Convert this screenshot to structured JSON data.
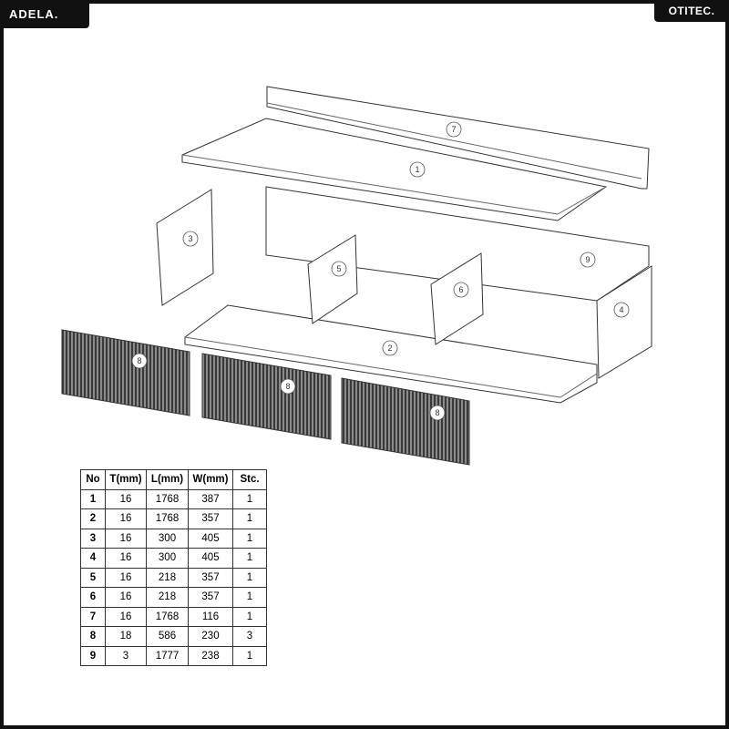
{
  "header": {
    "left_brand": "ADELA.",
    "right_brand": "OTITEC."
  },
  "diagram": {
    "part_labels": [
      "7",
      "1",
      "3",
      "9",
      "5",
      "6",
      "4",
      "2",
      "8",
      "8",
      "8"
    ]
  },
  "table": {
    "headers": [
      "No",
      "T(mm)",
      "L(mm)",
      "W(mm)",
      "Stc."
    ],
    "rows": [
      [
        "1",
        "16",
        "1768",
        "387",
        "1"
      ],
      [
        "2",
        "16",
        "1768",
        "357",
        "1"
      ],
      [
        "3",
        "16",
        "300",
        "405",
        "1"
      ],
      [
        "4",
        "16",
        "300",
        "405",
        "1"
      ],
      [
        "5",
        "16",
        "218",
        "357",
        "1"
      ],
      [
        "6",
        "16",
        "218",
        "357",
        "1"
      ],
      [
        "7",
        "16",
        "1768",
        "116",
        "1"
      ],
      [
        "8",
        "18",
        "586",
        "230",
        "3"
      ],
      [
        "9",
        "3",
        "1777",
        "238",
        "1"
      ]
    ]
  }
}
